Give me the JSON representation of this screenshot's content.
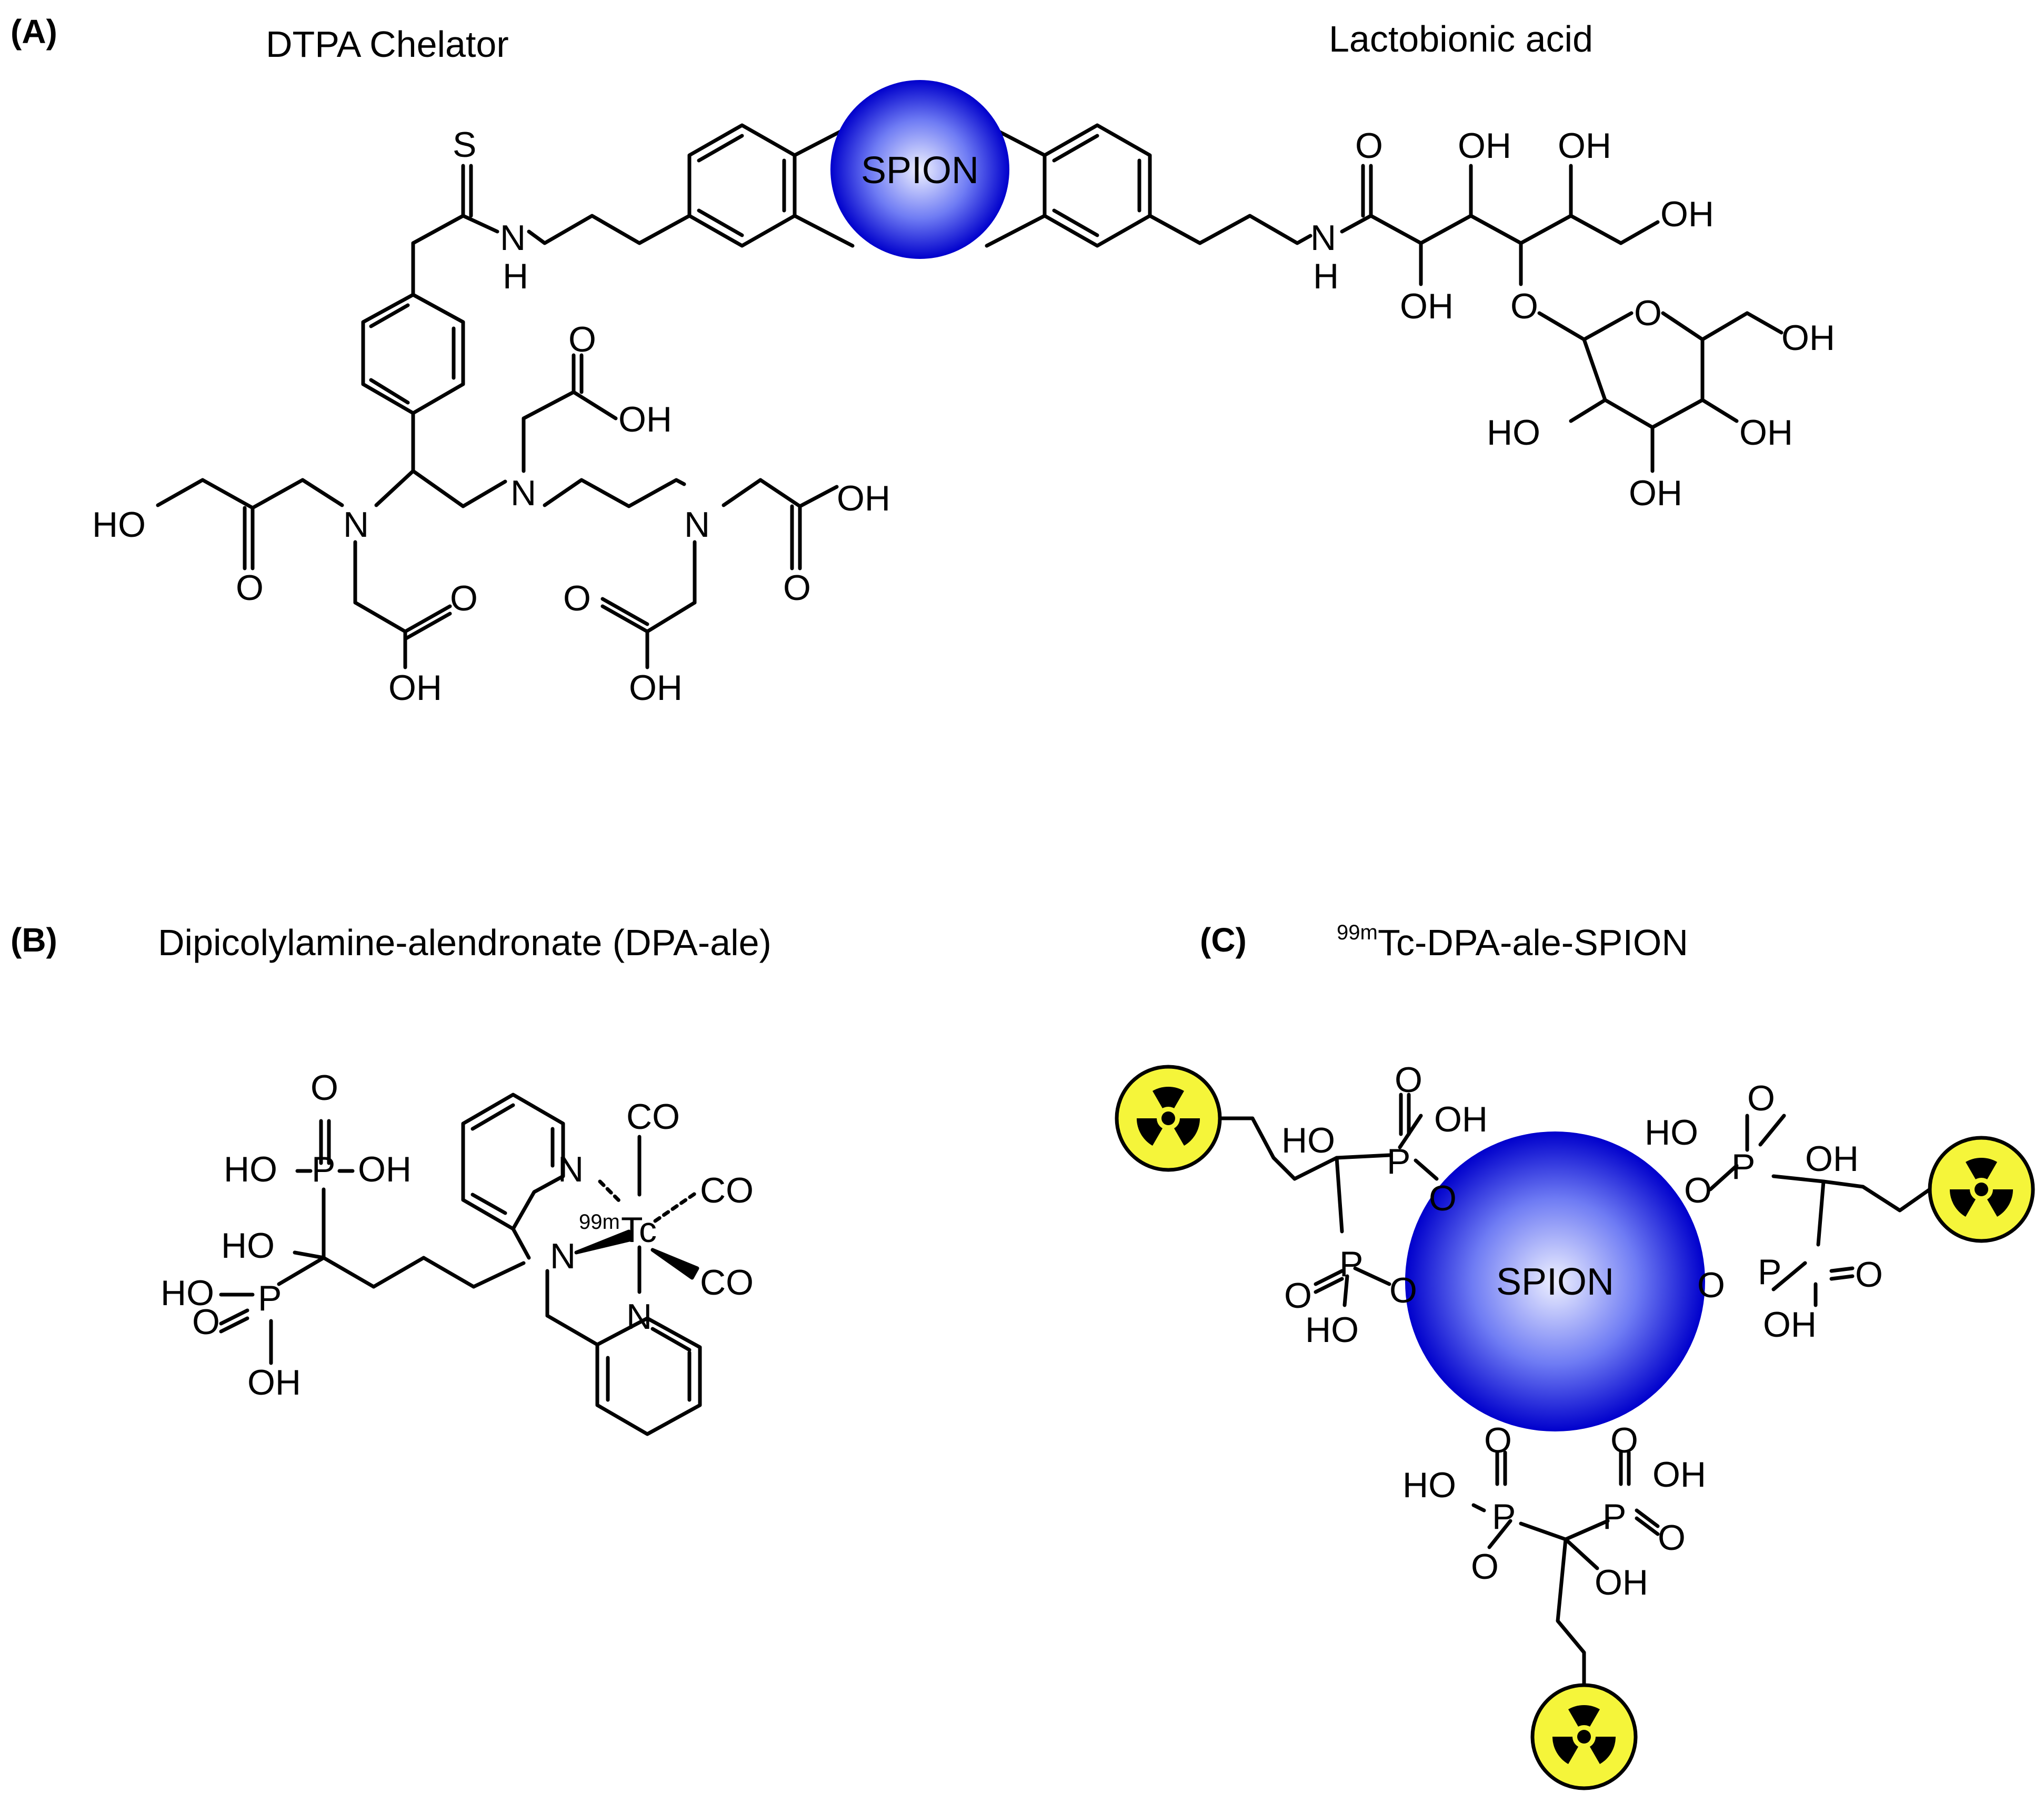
{
  "colors": {
    "spion_edge": "#0000cc",
    "spion_core": "#eef0ff",
    "spion_mid": "#6f7cf4",
    "radiation_yellow": "#f5f53a",
    "ink": "#000000"
  },
  "icons": {
    "nanoparticle": "spion-sphere-icon",
    "radioactive": "radiation-trefoil-icon"
  },
  "panelA": {
    "label": "(A)",
    "title_left": "DTPA Chelator",
    "title_right": "Lactobionic acid",
    "spion": "SPION",
    "atoms": {
      "S": "S",
      "N": "N",
      "H": "H",
      "O": "O",
      "OH": "OH",
      "HO": "HO"
    }
  },
  "panelB": {
    "label": "(B)",
    "title": "Dipicolylamine-alendronate (DPA-ale)",
    "atoms": {
      "O": "O",
      "P": "P",
      "HO": "HO",
      "OH": "OH",
      "N": "N",
      "CO": "CO",
      "tc_mass": "99m",
      "tc": "Tc"
    }
  },
  "panelC": {
    "label": "(C)",
    "title_sup": "99m",
    "title": "Tc-DPA-ale-SPION",
    "spion": "SPION",
    "atoms": {
      "O": "O",
      "P": "P",
      "HO": "HO",
      "OH": "OH"
    }
  }
}
